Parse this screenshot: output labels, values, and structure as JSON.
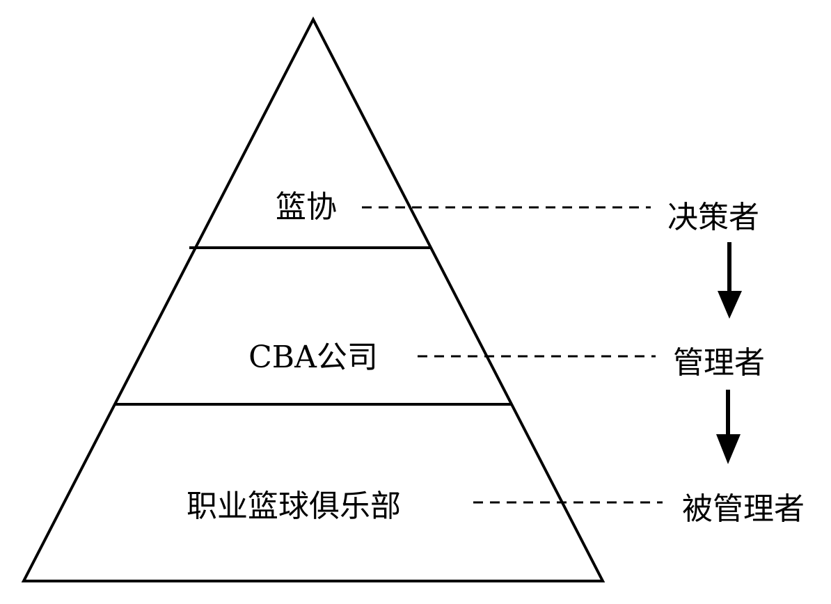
{
  "diagram": {
    "tiers": [
      {
        "label": "篮协"
      },
      {
        "label": "CBA公司"
      },
      {
        "label": "职业篮球俱乐部"
      }
    ],
    "roles": [
      {
        "label": "决策者"
      },
      {
        "label": "管理者"
      },
      {
        "label": "被管理者"
      }
    ],
    "colors": {
      "stroke": "#000000",
      "background": "#ffffff"
    }
  }
}
